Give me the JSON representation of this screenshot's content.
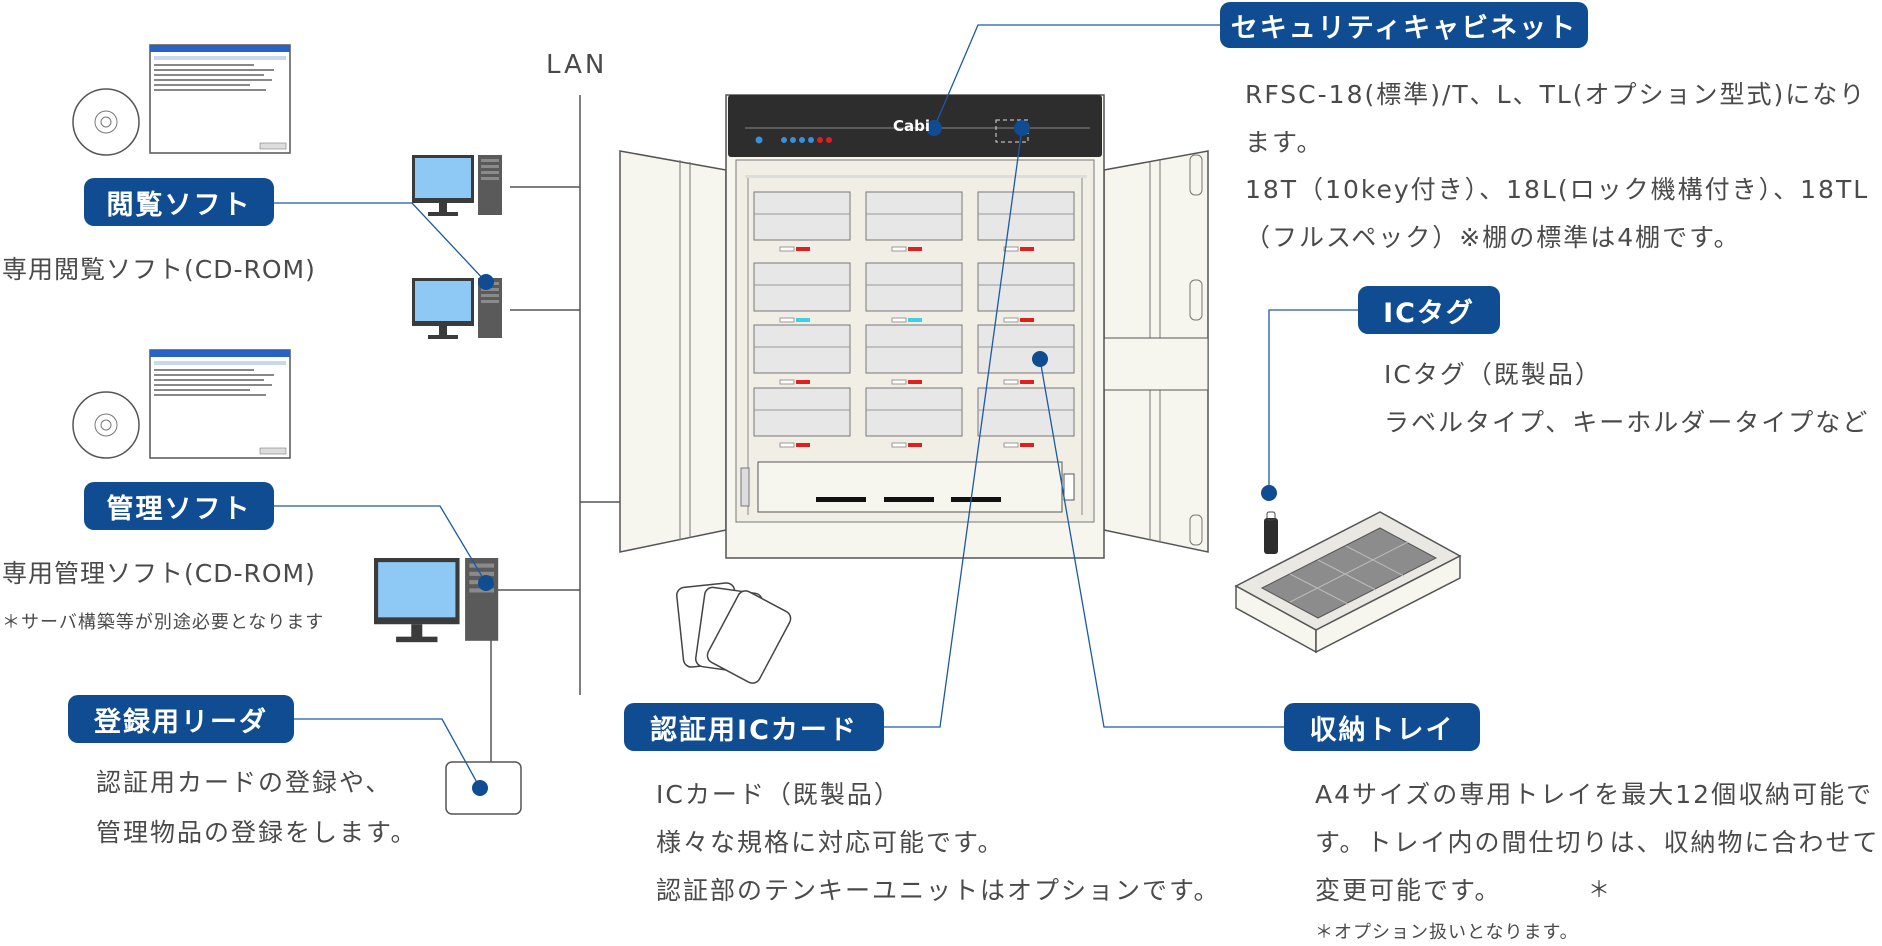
{
  "network": {
    "label": "LAN"
  },
  "cabinet": {
    "brand": "Cabi"
  },
  "viewer": {
    "title": "閲覧ソフト",
    "desc": "専用閲覧ソフト(CD-ROM)"
  },
  "admin": {
    "title": "管理ソフト",
    "desc": "専用管理ソフト(CD-ROM)",
    "note": "＊サーバ構築等が別途必要となります"
  },
  "reader": {
    "title": "登録用リーダ",
    "lines": [
      "認証用カードの登録や、",
      "管理物品の登録をします。"
    ]
  },
  "security_cabinet": {
    "title": "セキュリティキャビネット",
    "lines": [
      "RFSC-18(標準)/T、L、TL(オプション型式)になり",
      "ます。",
      "18T（10key付き）、18L(ロック機構付き）、18TL",
      "（フルスペック）※棚の標準は4棚です。"
    ]
  },
  "ic_tag": {
    "title": "ICタグ",
    "lines": [
      "ICタグ（既製品）",
      "ラベルタイプ、キーホルダータイプなど"
    ]
  },
  "ic_card": {
    "title": "認証用ICカード",
    "lines": [
      "ICカード（既製品）",
      "様々な規格に対応可能です。",
      "認証部のテンキーユニットはオプションです。"
    ]
  },
  "tray": {
    "title": "収納トレイ",
    "lines": [
      "A4サイズの専用トレイを最大12個収納可能で",
      "す。トレイ内の間仕切りは、収納物に合わせて",
      "変更可能です。"
    ],
    "mark": "＊",
    "note": "＊オプション扱いとなります。"
  },
  "colors": {
    "accent": "#0f4c92",
    "line": "#1a5aa6",
    "monitor": "#8ec8f4"
  }
}
